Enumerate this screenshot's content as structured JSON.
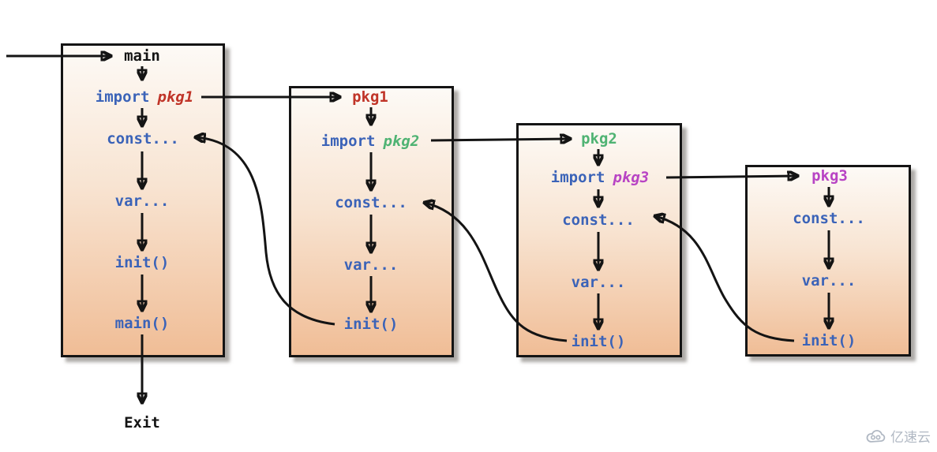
{
  "diagram_title": "go package initialization order flow",
  "colors": {
    "keyword_blue": "#3b63b8",
    "pkg1_red": "#c03428",
    "pkg2_green": "#4fb373",
    "pkg3_magenta": "#b844c4",
    "arrow_black": "#141414",
    "box_gradient_top": "#fdfaf6",
    "box_gradient_bottom": "#f0bd96",
    "watermark_gray": "#b0b8c3"
  },
  "boxes": [
    {
      "title": "main",
      "import_line": {
        "keyword": "import",
        "package": "pkg1"
      },
      "items": [
        "const...",
        "var...",
        "init()",
        "main()"
      ]
    },
    {
      "title": "pkg1",
      "import_line": {
        "keyword": "import",
        "package": "pkg2"
      },
      "items": [
        "const...",
        "var...",
        "init()"
      ]
    },
    {
      "title": "pkg2",
      "import_line": {
        "keyword": "import",
        "package": "pkg3"
      },
      "items": [
        "const...",
        "var...",
        "init()"
      ]
    },
    {
      "title": "pkg3",
      "items": [
        "const...",
        "var...",
        "init()"
      ]
    }
  ],
  "exit_label": "Exit",
  "watermark": {
    "brand": "亿速云"
  }
}
